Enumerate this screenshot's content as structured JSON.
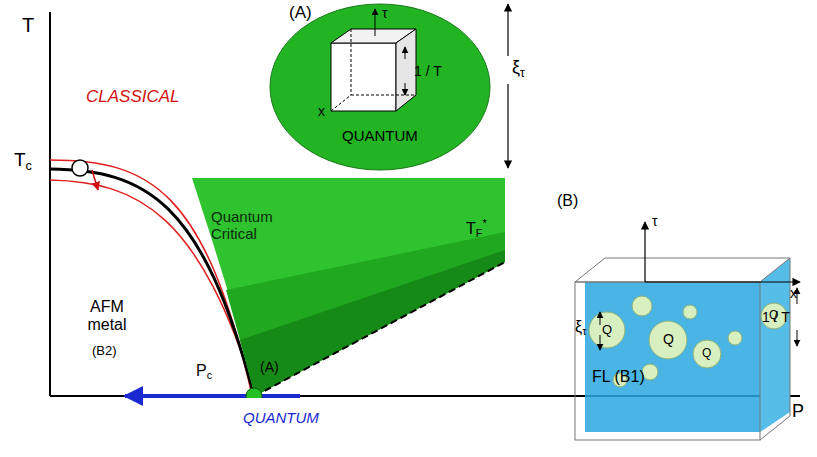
{
  "diagram": {
    "nodes": [
      {
        "text": [
          "QUANTUM"
        ]
      },
      {
        "text": [
          "Quantum Critical"
        ]
      }
    ],
    "labels": [
      "T",
      "Tc",
      "CLASSICAL",
      "AFM metal",
      "(B2)",
      "Pc",
      "(A)",
      "QUANTUM",
      "FL (B1)",
      "P",
      "TF*",
      "(A)",
      "τ",
      "x",
      "1 / T",
      "ξτ",
      "(B)",
      "τ",
      "x",
      "ξτ",
      "1 / T",
      "Q",
      "Q",
      "Q",
      "Q"
    ]
  }
}
